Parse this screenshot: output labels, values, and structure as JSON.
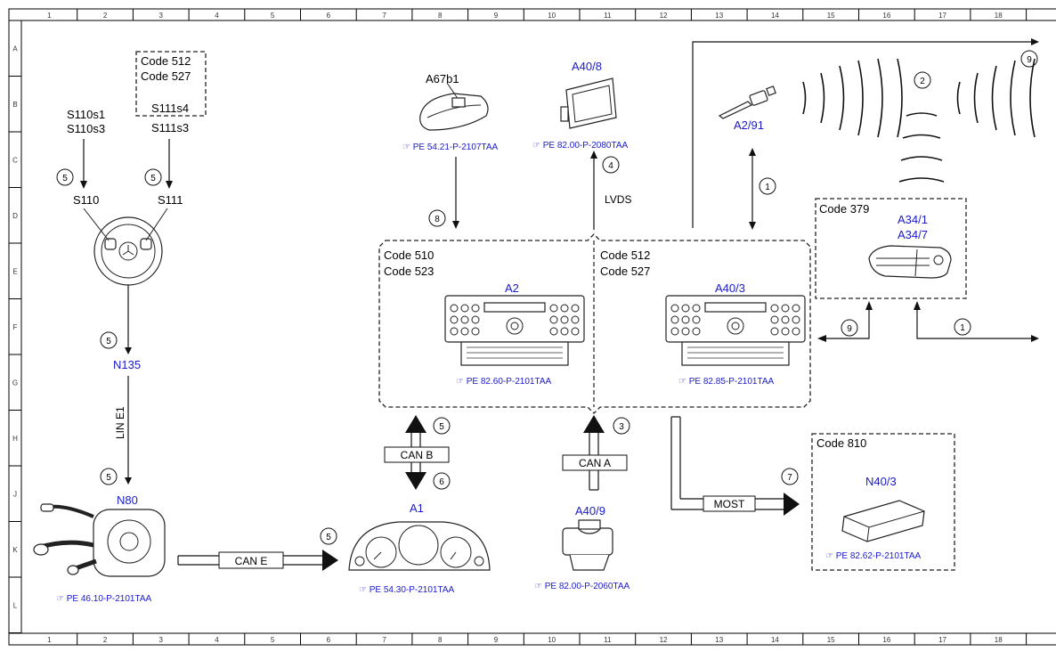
{
  "ruler": {
    "cols": [
      "1",
      "2",
      "3",
      "4",
      "5",
      "6",
      "7",
      "8",
      "9",
      "10",
      "11",
      "12",
      "13",
      "14",
      "15",
      "16",
      "17",
      "18"
    ],
    "rows": [
      "A",
      "B",
      "C",
      "D",
      "E",
      "F",
      "G",
      "H",
      "J",
      "K",
      "L"
    ]
  },
  "components": {
    "s110_switch": [
      "S110s1",
      "S110s3"
    ],
    "s111_switch": [
      "S111s4",
      "S111s3"
    ],
    "s110": "S110",
    "s111": "S111",
    "n135": "N135",
    "n80": "N80",
    "a1": "A1",
    "a67b1": "A67b1",
    "a40_8": "A40/8",
    "a2_91": "A2/91",
    "a2": "A2",
    "a40_3": "A40/3",
    "a34": [
      "A34/1",
      "A34/7"
    ],
    "a40_9": "A40/9",
    "n40_3": "N40/3"
  },
  "codes": {
    "top": [
      "Code 512",
      "Code 527"
    ],
    "left_unit": [
      "Code 510",
      "Code 523"
    ],
    "right_unit": [
      "Code 512",
      "Code 527"
    ],
    "satellite": "Code 379",
    "amp": "Code 810"
  },
  "buses": {
    "lin": "LIN E1",
    "can_e": "CAN E",
    "can_b": "CAN B",
    "can_a": "CAN A",
    "most": "MOST",
    "lvds": "LVDS"
  },
  "refs": {
    "n80": "PE 46.10-P-2101TAA",
    "a1": "PE 54.30-P-2101TAA",
    "a67b1": "PE 54.21-P-2107TAA",
    "a40_8": "PE 82.00-P-2080TAA",
    "a2": "PE 82.60-P-2101TAA",
    "a40_3": "PE 82.85-P-2101TAA",
    "a40_9": "PE 82.00-P-2060TAA",
    "n40_3": "PE 82.62-P-2101TAA"
  },
  "markers": {
    "m1": "1",
    "m2": "2",
    "m3": "3",
    "m4": "4",
    "m5": "5",
    "m6": "6",
    "m7": "7",
    "m8": "8",
    "m9": "9"
  },
  "colors": {
    "component": "#1a1acc",
    "line": "#111111"
  }
}
